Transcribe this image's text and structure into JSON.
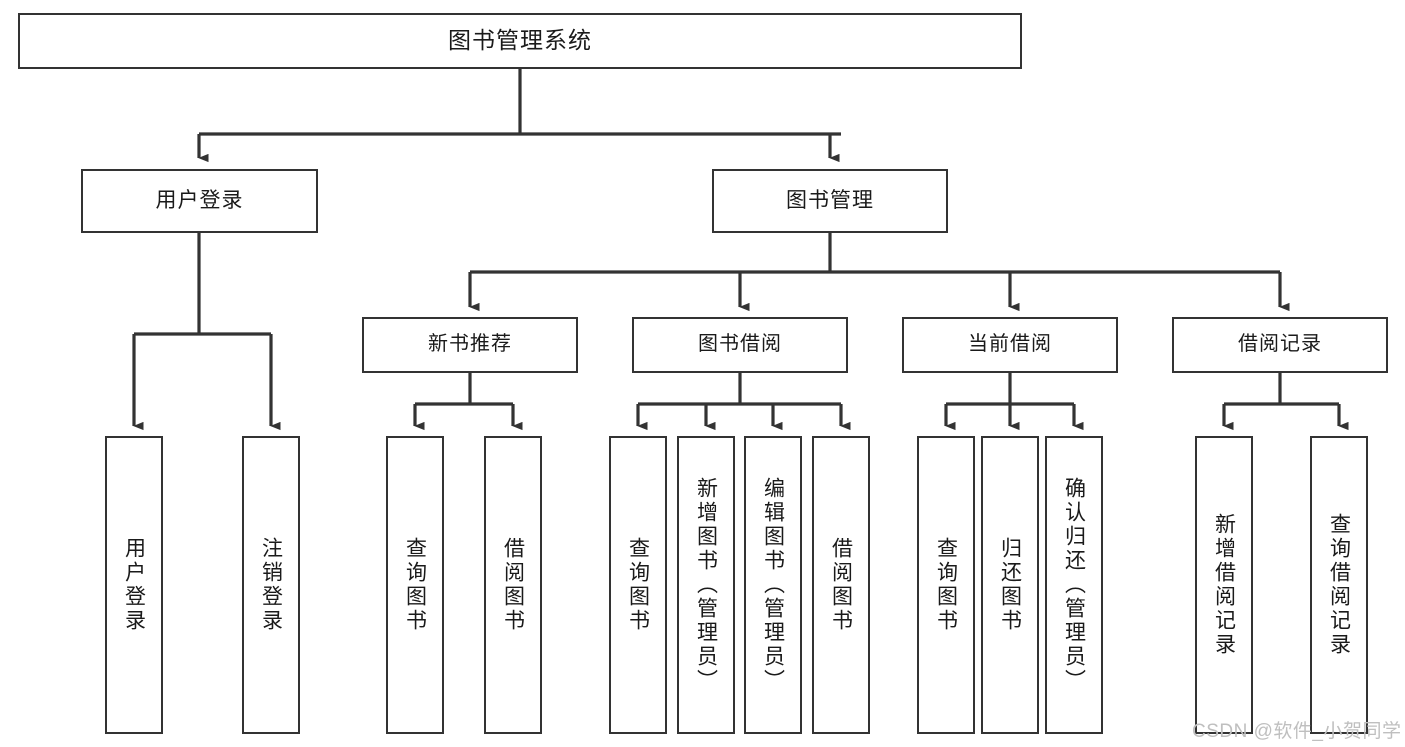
{
  "diagram": {
    "title": "图书管理系统",
    "type": "tree",
    "watermark": "CSDN @软件_小贺同学",
    "colors": {
      "box_border": "#333333",
      "box_fill": "#ffffff",
      "edge": "#333333",
      "text": "#1a1a1a",
      "watermark": "#bfbfbf",
      "background": "#ffffff"
    },
    "nodes": {
      "root": {
        "label": "图书管理系统",
        "level": 0
      },
      "l1": [
        {
          "id": "user_login",
          "label": "用户登录",
          "level": 1
        },
        {
          "id": "book_manage",
          "label": "图书管理",
          "level": 1
        }
      ],
      "l2": [
        {
          "id": "new_book_rec",
          "label": "新书推荐",
          "level": 2,
          "parent": "book_manage"
        },
        {
          "id": "book_borrow",
          "label": "图书借阅",
          "level": 2,
          "parent": "book_manage"
        },
        {
          "id": "current_borrow",
          "label": "当前借阅",
          "level": 2,
          "parent": "book_manage"
        },
        {
          "id": "borrow_record",
          "label": "借阅记录",
          "level": 2,
          "parent": "book_manage"
        }
      ],
      "leaves": [
        {
          "id": "leaf_user_login",
          "label": "用户登录",
          "parent": "user_login"
        },
        {
          "id": "leaf_user_logout",
          "label": "注销登录",
          "parent": "user_login"
        },
        {
          "id": "leaf_rec_query",
          "label": "查询图书",
          "parent": "new_book_rec"
        },
        {
          "id": "leaf_rec_borrow",
          "label": "借阅图书",
          "parent": "new_book_rec"
        },
        {
          "id": "leaf_borrow_query",
          "label": "查询图书",
          "parent": "book_borrow"
        },
        {
          "id": "leaf_borrow_add",
          "label": "新增图书（管理员）",
          "parent": "book_borrow"
        },
        {
          "id": "leaf_borrow_edit",
          "label": "编辑图书（管理员）",
          "parent": "book_borrow"
        },
        {
          "id": "leaf_borrow_do",
          "label": "借阅图书",
          "parent": "book_borrow"
        },
        {
          "id": "leaf_cur_query",
          "label": "查询图书",
          "parent": "current_borrow"
        },
        {
          "id": "leaf_cur_return",
          "label": "归还图书",
          "parent": "current_borrow"
        },
        {
          "id": "leaf_cur_confirm",
          "label": "确认归还（管理员）",
          "parent": "current_borrow"
        },
        {
          "id": "leaf_rec_add",
          "label": "新增借阅记录",
          "parent": "borrow_record"
        },
        {
          "id": "leaf_rec_search",
          "label": "查询借阅记录",
          "parent": "borrow_record"
        }
      ]
    }
  }
}
